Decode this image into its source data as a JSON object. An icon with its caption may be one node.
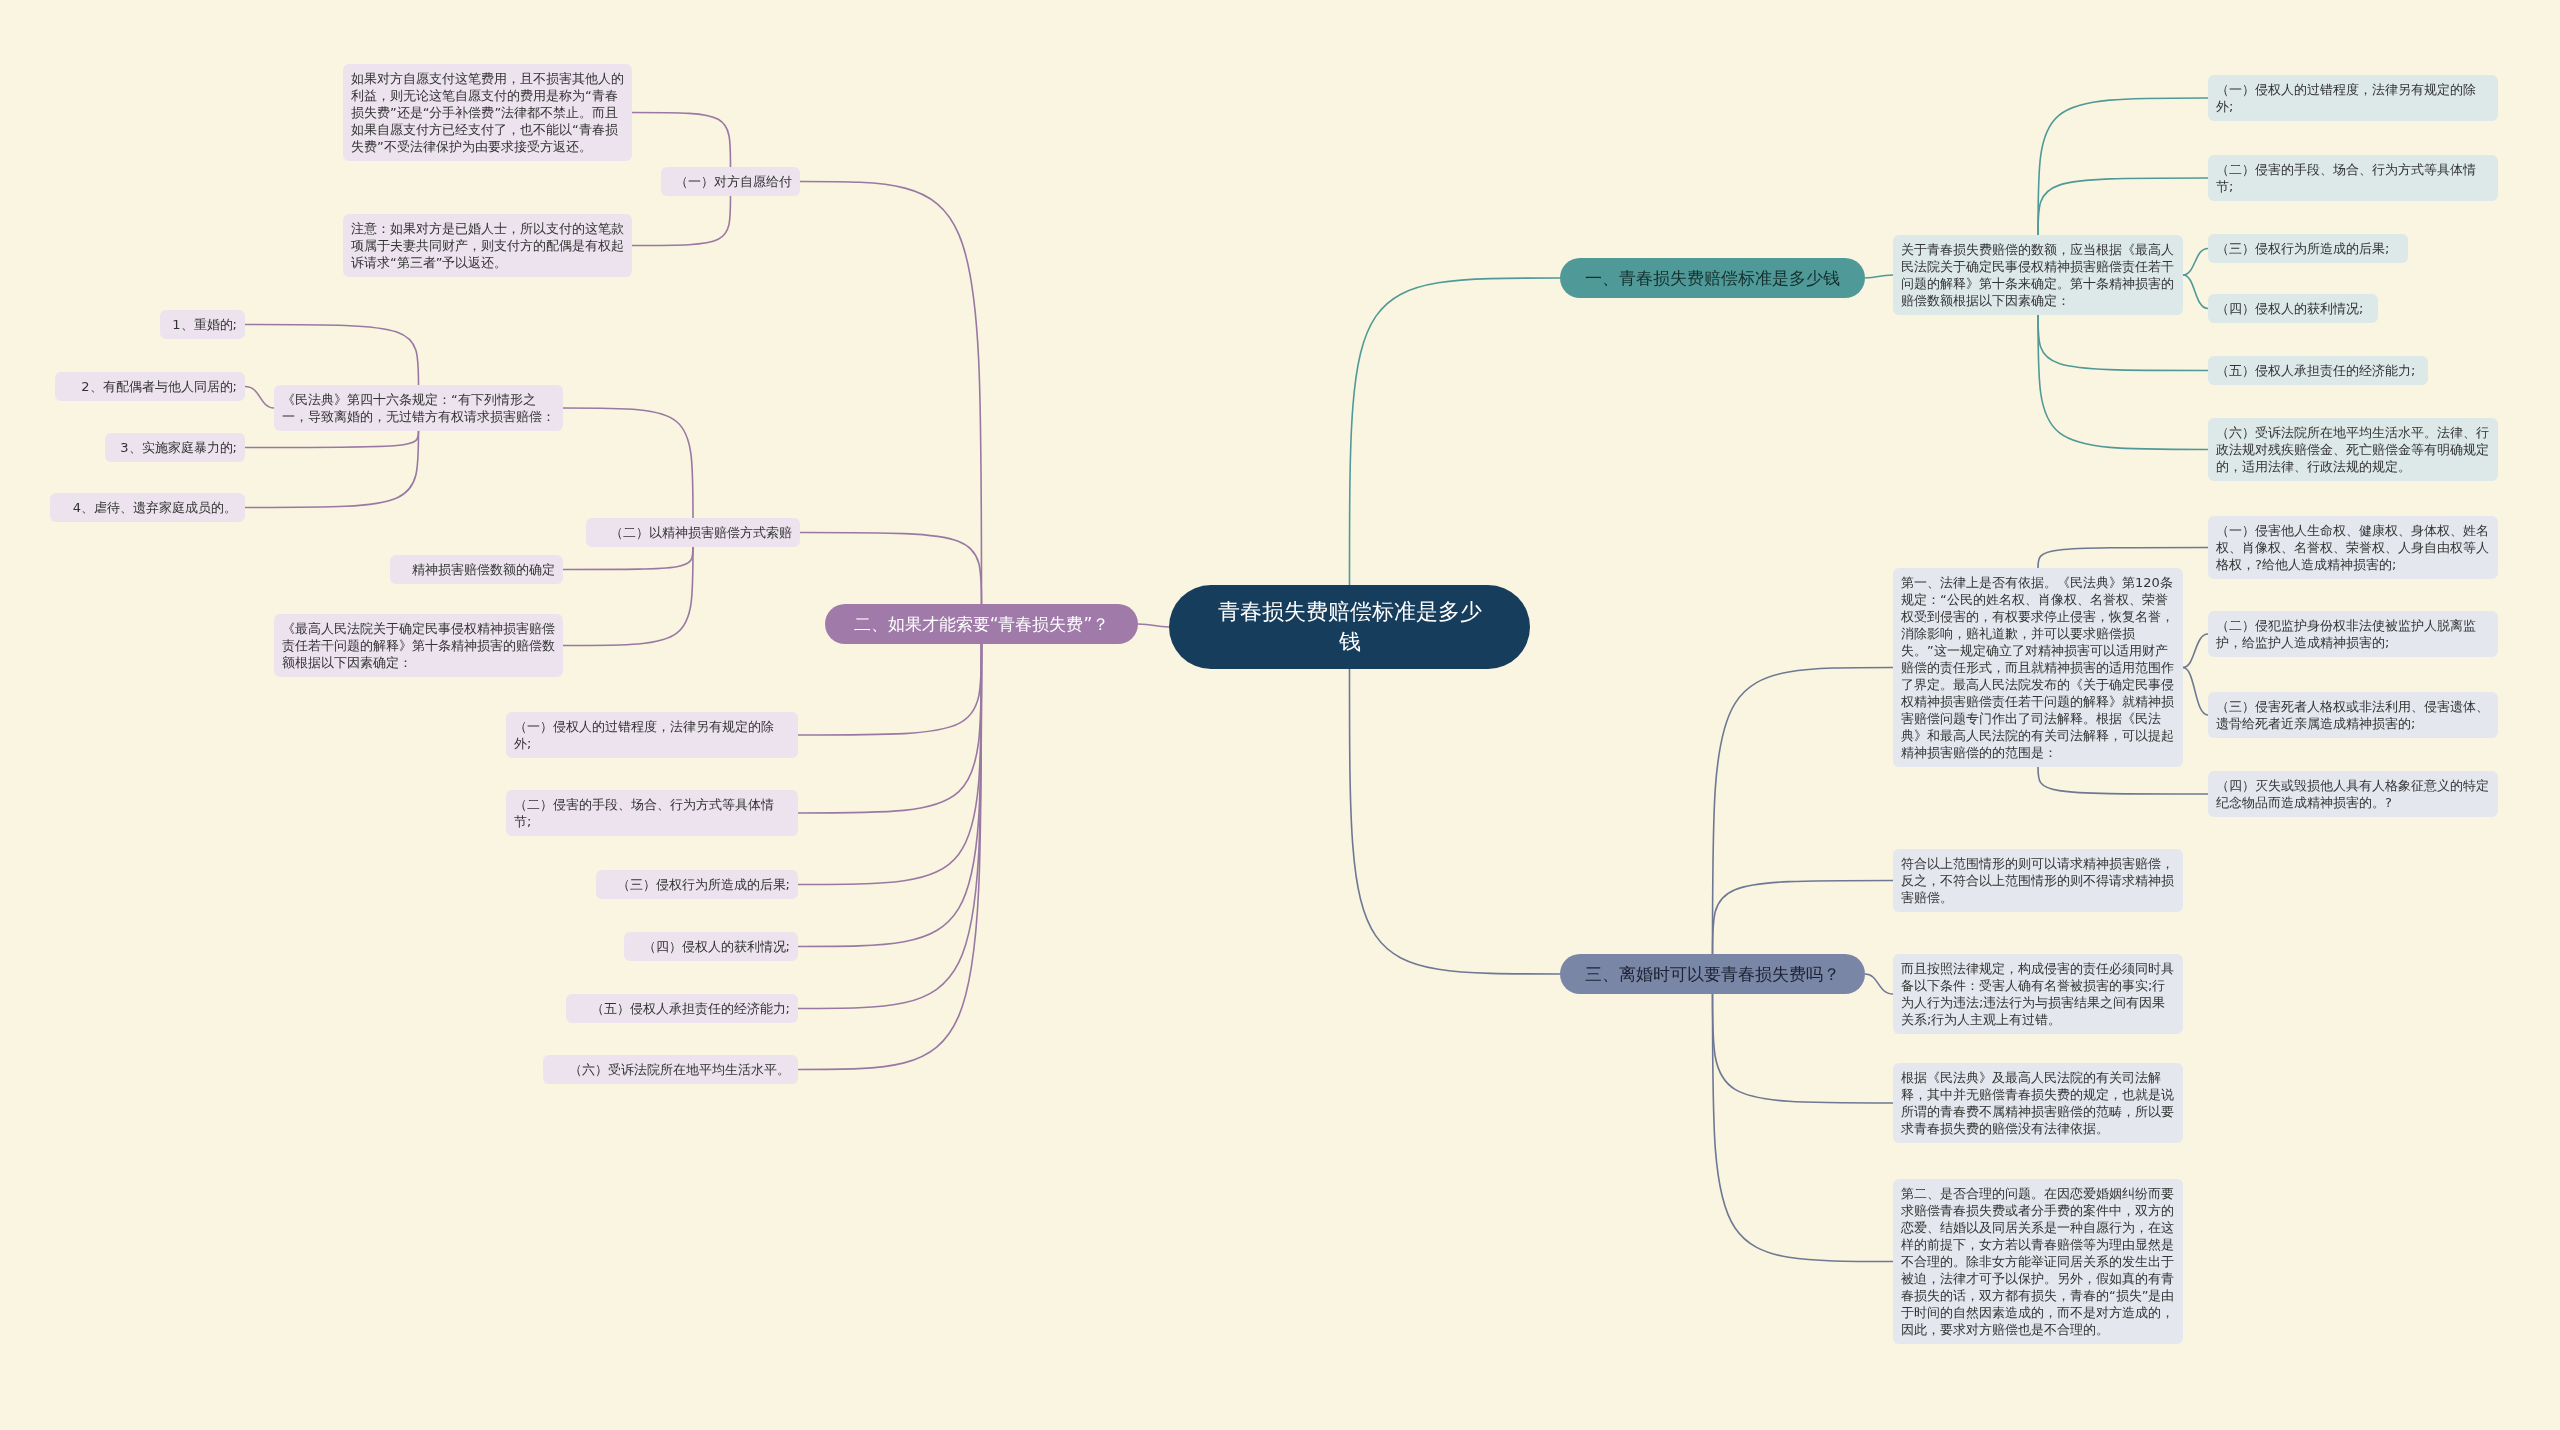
{
  "diagram": {
    "nodes": [
      {
        "text": [
          "青春损失费赔偿标准是多少钱"
        ]
      },
      {
        "text": [
          "一、青春损失费赔偿标准是多少钱"
        ]
      },
      {
        "text": [
          "关于青春损失费赔偿的数额，应当根据《最高人民法院关于确定民事侵权精神损害赔偿责任若干问题的解释》第十条来确定。第十条精神损害的赔偿数额根据以下因素确定："
        ]
      },
      {
        "text": [
          "（一）侵权人的过错程度，法律另有规定的除外;"
        ]
      },
      {
        "text": [
          "（二）侵害的手段、场合、行为方式等具体情节;"
        ]
      },
      {
        "text": [
          "（三）侵权行为所造成的后果;"
        ]
      },
      {
        "text": [
          "（四）侵权人的获利情况;"
        ]
      },
      {
        "text": [
          "（五）侵权人承担责任的经济能力;"
        ]
      },
      {
        "text": [
          "（六）受诉法院所在地平均生活水平。法律、行政法规对残疾赔偿金、死亡赔偿金等有明确规定的，适用法律、行政法规的规定。"
        ]
      },
      {
        "text": [
          "三、离婚时可以要青春损失费吗？"
        ]
      },
      {
        "text": [
          "第一、法律上是否有依据。《民法典》第120条规定：“公民的姓名权、肖像权、名誉权、荣誉权受到侵害的，有权要求停止侵害，恢复名誉，消除影响，赔礼道歉，并可以要求赔偿损失。”这一规定确立了对精神损害可以适用财产赔偿的责任形式，而且就精神损害的适用范围作了界定。最高人民法院发布的《关于确定民事侵权精神损害赔偿责任若干问题的解释》就精神损害赔偿问题专门作出了司法解释。根据《民法典》和最高人民法院的有关司法解释，可以提起精神损害赔偿的的范围是："
        ]
      },
      {
        "text": [
          "（一）侵害他人生命权、健康权、身体权、姓名权、肖像权、名誉权、荣誉权、人身自由权等人格权，?给他人造成精神损害的;"
        ]
      },
      {
        "text": [
          "（二）侵犯监护身份权非法使被监护人脱离监护，给监护人造成精神损害的;"
        ]
      },
      {
        "text": [
          "（三）侵害死者人格权或非法利用、侵害遗体、遗骨给死者近亲属造成精神损害的;"
        ]
      },
      {
        "text": [
          "（四）灭失或毁损他人具有人格象征意义的特定纪念物品而造成精神损害的。?"
        ]
      },
      {
        "text": [
          "符合以上范围情形的则可以请求精神损害赔偿，反之，不符合以上范围情形的则不得请求精神损害赔偿。"
        ]
      },
      {
        "text": [
          "而且按照法律规定，构成侵害的责任必须同时具备以下条件：受害人确有名誉被损害的事实;行为人行为违法;违法行为与损害结果之间有因果关系;行为人主观上有过错。"
        ]
      },
      {
        "text": [
          "根据《民法典》及最高人民法院的有关司法解释，其中并无赔偿青春损失费的规定，也就是说所谓的青春费不属精神损害赔偿的范畴，所以要求青春损失费的赔偿没有法律依据。"
        ]
      },
      {
        "text": [
          "第二、是否合理的问题。在因恋爱婚姻纠纷而要求赔偿青春损失费或者分手费的案件中，双方的恋爱、结婚以及同居关系是一种自愿行为，在这样的前提下，女方若以青春赔偿等为理由显然是不合理的。除非女方能举证同居关系的发生出于被迫，法律才可予以保护。另外，假如真的有青春损失的话，双方都有损失，青春的“损失”是由于时间的自然因素造成的，而不是对方造成的，因此，要求对方赔偿也是不合理的。"
        ]
      },
      {
        "text": [
          "二、如果才能索要“青春损失费”？"
        ]
      },
      {
        "text": [
          "（一）对方自愿给付"
        ]
      },
      {
        "text": [
          "如果对方自愿支付这笔费用，且不损害其他人的利益，则无论这笔自愿支付的费用是称为“青春损失费”还是“分手补偿费”法律都不禁止。而且如果自愿支付方已经支付了，也不能以“青春损失费”不受法律保护为由要求接受方返还。"
        ]
      },
      {
        "text": [
          "注意：如果对方是已婚人士，所以支付的这笔款项属于夫妻共同财产，则支付方的配偶是有权起诉请求“第三者”予以返还。"
        ]
      },
      {
        "text": [
          "（二）以精神损害赔偿方式索赔"
        ]
      },
      {
        "text": [
          "《民法典》第四十六条规定：“有下列情形之一，导致离婚的，无过错方有权请求损害赔偿："
        ]
      },
      {
        "text": [
          "1、重婚的;"
        ]
      },
      {
        "text": [
          "2、有配偶者与他人同居的;"
        ]
      },
      {
        "text": [
          "3、实施家庭暴力的;"
        ]
      },
      {
        "text": [
          "4、虐待、遗弃家庭成员的。"
        ]
      },
      {
        "text": [
          "精神损害赔偿数额的确定"
        ]
      },
      {
        "text": [
          "《最高人民法院关于确定民事侵权精神损害赔偿责任若干问题的解释》第十条精神损害的赔偿数额根据以下因素确定："
        ]
      },
      {
        "text": [
          "（一）侵权人的过错程度，法律另有规定的除外;"
        ]
      },
      {
        "text": [
          "（二）侵害的手段、场合、行为方式等具体情节;"
        ]
      },
      {
        "text": [
          "（三）侵权行为所造成的后果;"
        ]
      },
      {
        "text": [
          "（四）侵权人的获利情况;"
        ]
      },
      {
        "text": [
          "（五）侵权人承担责任的经济能力;"
        ]
      },
      {
        "text": [
          "（六）受诉法院所在地平均生活水平。"
        ]
      }
    ],
    "edges": [
      {
        "from": 0,
        "to": 1,
        "arrow": "none",
        "color": "#4f9a98"
      },
      {
        "from": 1,
        "to": 2,
        "arrow": "none",
        "color": "#4f9a98"
      },
      {
        "from": 2,
        "to": 3,
        "arrow": "none",
        "color": "#4f9a98"
      },
      {
        "from": 2,
        "to": 4,
        "arrow": "none",
        "color": "#4f9a98"
      },
      {
        "from": 2,
        "to": 5,
        "arrow": "none",
        "color": "#4f9a98"
      },
      {
        "from": 2,
        "to": 6,
        "arrow": "none",
        "color": "#4f9a98"
      },
      {
        "from": 2,
        "to": 7,
        "arrow": "none",
        "color": "#4f9a98"
      },
      {
        "from": 2,
        "to": 8,
        "arrow": "none",
        "color": "#4f9a98"
      },
      {
        "from": 0,
        "to": 9,
        "arrow": "none",
        "color": "#6e7894"
      },
      {
        "from": 9,
        "to": 10,
        "arrow": "none",
        "color": "#6e7894"
      },
      {
        "from": 10,
        "to": 11,
        "arrow": "none",
        "color": "#6e7894"
      },
      {
        "from": 10,
        "to": 12,
        "arrow": "none",
        "color": "#6e7894"
      },
      {
        "from": 10,
        "to": 13,
        "arrow": "none",
        "color": "#6e7894"
      },
      {
        "from": 10,
        "to": 14,
        "arrow": "none",
        "color": "#6e7894"
      },
      {
        "from": 9,
        "to": 15,
        "arrow": "none",
        "color": "#6e7894"
      },
      {
        "from": 9,
        "to": 16,
        "arrow": "none",
        "color": "#6e7894"
      },
      {
        "from": 9,
        "to": 17,
        "arrow": "none",
        "color": "#6e7894"
      },
      {
        "from": 9,
        "to": 18,
        "arrow": "none",
        "color": "#6e7894"
      },
      {
        "from": 0,
        "to": 19,
        "arrow": "none"
      },
      {
        "from": 19,
        "to": 20,
        "arrow": "none"
      },
      {
        "from": 20,
        "to": 21,
        "arrow": "none"
      },
      {
        "from": 20,
        "to": 22,
        "arrow": "none"
      },
      {
        "from": 19,
        "to": 23,
        "arrow": "none"
      },
      {
        "from": 23,
        "to": 24,
        "arrow": "none"
      },
      {
        "from": 24,
        "to": 25,
        "arrow": "none"
      },
      {
        "from": 24,
        "to": 26,
        "arrow": "none"
      },
      {
        "from": 24,
        "to": 27,
        "arrow": "none"
      },
      {
        "from": 24,
        "to": 28,
        "arrow": "none"
      },
      {
        "from": 23,
        "to": 29,
        "arrow": "none"
      },
      {
        "from": 23,
        "to": 30,
        "arrow": "none"
      },
      {
        "from": 19,
        "to": 31,
        "arrow": "none"
      },
      {
        "from": 19,
        "to": 32,
        "arrow": "none"
      },
      {
        "from": 19,
        "to": 33,
        "arrow": "none"
      },
      {
        "from": 19,
        "to": 34,
        "arrow": "none"
      },
      {
        "from": 19,
        "to": 35,
        "arrow": "none"
      },
      {
        "from": 19,
        "to": 36,
        "arrow": "none"
      }
    ]
  }
}
